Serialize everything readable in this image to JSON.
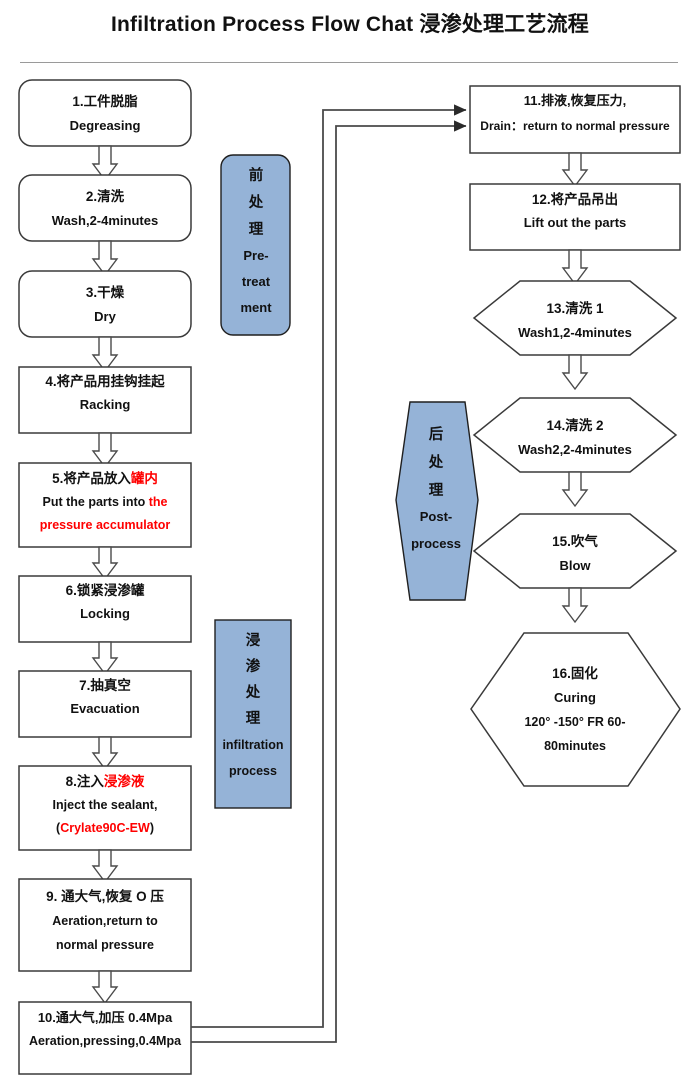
{
  "title": "Infiltration Process Flow Chat 浸渗处理工艺流程",
  "colors": {
    "accent_blue": "#95B3D7",
    "highlight_red": "#FF0000",
    "outline": "#3A3A3A",
    "background": "#FFFFFF"
  },
  "phases": [
    {
      "id": "pre-treatment",
      "cn": [
        "前",
        "处",
        "理"
      ],
      "en": [
        "Pre-",
        "treat",
        "ment"
      ],
      "shape": "rounded-rect"
    },
    {
      "id": "infiltration-process",
      "cn": [
        "浸",
        "渗",
        "处",
        "理"
      ],
      "en": [
        "infiltration",
        "process"
      ],
      "shape": "rect"
    },
    {
      "id": "post-process",
      "cn": [
        "后",
        "处",
        "理"
      ],
      "en": [
        "Post-",
        "process"
      ],
      "shape": "hexagon-vertical"
    }
  ],
  "steps": [
    {
      "n": "1",
      "shape": "rounded-rect",
      "lines": [
        {
          "t": "1.工件脱脂"
        },
        {
          "t": "Degreasing"
        }
      ]
    },
    {
      "n": "2",
      "shape": "rounded-rect",
      "lines": [
        {
          "t": "2.清洗"
        },
        {
          "t": "Wash,2-4minutes"
        }
      ]
    },
    {
      "n": "3",
      "shape": "rounded-rect",
      "lines": [
        {
          "t": "3.干燥"
        },
        {
          "t": "Dry"
        }
      ]
    },
    {
      "n": "4",
      "shape": "rect",
      "lines": [
        {
          "t": "4.将产品用挂钩挂起"
        },
        {
          "t": "Racking"
        }
      ]
    },
    {
      "n": "5",
      "shape": "rect",
      "lines": [
        {
          "t": "5.将产品放入"
        },
        {
          "t": "罐内",
          "red": true
        },
        {
          "t": "Put the parts into "
        },
        {
          "t": "the",
          "red": true
        },
        {
          "t": "pressure accumulator",
          "red": true
        }
      ]
    },
    {
      "n": "6",
      "shape": "rect",
      "lines": [
        {
          "t": "6.锁紧浸渗罐"
        },
        {
          "t": "Locking"
        }
      ]
    },
    {
      "n": "7",
      "shape": "rect",
      "lines": [
        {
          "t": "7.抽真空"
        },
        {
          "t": "Evacuation"
        }
      ]
    },
    {
      "n": "8",
      "shape": "rect",
      "lines": [
        {
          "t": "8.注入"
        },
        {
          "t": "浸渗液",
          "red": true
        },
        {
          "t": "Inject the sealant,"
        },
        {
          "t": "("
        },
        {
          "t": "Crylate90C-EW",
          "red": true
        },
        {
          "t": ")"
        }
      ]
    },
    {
      "n": "9",
      "shape": "rect",
      "lines": [
        {
          "t": "9. 通大气,恢复 O 压"
        },
        {
          "t": "Aeration,return to"
        },
        {
          "t": "normal pressure"
        }
      ]
    },
    {
      "n": "10",
      "shape": "rect",
      "lines": [
        {
          "t": "10.通大气,加压 0.4Mpa"
        },
        {
          "t": "Aeration,pressing,0.4Mpa"
        }
      ]
    },
    {
      "n": "11",
      "shape": "rect",
      "lines": [
        {
          "t": "11.排液,恢复压力,"
        },
        {
          "t": "Drain：return to normal pressure"
        }
      ]
    },
    {
      "n": "12",
      "shape": "rect",
      "lines": [
        {
          "t": "12.将产品吊出"
        },
        {
          "t": "Lift out the parts"
        }
      ]
    },
    {
      "n": "13",
      "shape": "hexagon",
      "lines": [
        {
          "t": "13.清洗 1"
        },
        {
          "t": "Wash1,2-4minutes"
        }
      ]
    },
    {
      "n": "14",
      "shape": "hexagon",
      "lines": [
        {
          "t": "14.清洗 2"
        },
        {
          "t": "Wash2,2-4minutes"
        }
      ]
    },
    {
      "n": "15",
      "shape": "hexagon",
      "lines": [
        {
          "t": "15.吹气"
        },
        {
          "t": "Blow"
        }
      ]
    },
    {
      "n": "16",
      "shape": "hexagon",
      "lines": [
        {
          "t": "16.固化"
        },
        {
          "t": "Curing"
        },
        {
          "t": "120°  -150°  FR 60-"
        },
        {
          "t": "80minutes"
        }
      ]
    }
  ],
  "text": {
    "s1_l1": "1.工件脱脂",
    "s1_l2": "Degreasing",
    "s2_l1": "2.清洗",
    "s2_l2": "Wash,2-4minutes",
    "s3_l1": "3.干燥",
    "s3_l2": "Dry",
    "s4_l1": "4.将产品用挂钩挂起",
    "s4_l2": "Racking",
    "s5_l1a": "5.将产品放入",
    "s5_l1b": "罐内",
    "s5_l2a": "Put the parts into ",
    "s5_l2b": "the",
    "s5_l3": "pressure accumulator",
    "s6_l1": "6.锁紧浸渗罐",
    "s6_l2": "Locking",
    "s7_l1": "7.抽真空",
    "s7_l2": "Evacuation",
    "s8_l1a": "8.注入",
    "s8_l1b": "浸渗液",
    "s8_l2": "Inject the sealant,",
    "s8_l3a": "(",
    "s8_l3b": "Crylate90C-EW",
    "s8_l3c": ")",
    "s9_l1": "9. 通大气,恢复 O 压",
    "s9_l2": "Aeration,return to",
    "s9_l3": "normal pressure",
    "s10_l1": "10.通大气,加压 0.4Mpa",
    "s10_l2": "Aeration,pressing,0.4Mpa",
    "s11_l1": "11.排液,恢复压力,",
    "s11_l2": "Drain：return to normal pressure",
    "s12_l1": "12.将产品吊出",
    "s12_l2": "Lift out the parts",
    "s13_l1": "13.清洗 1",
    "s13_l2": "Wash1,2-4minutes",
    "s14_l1": "14.清洗 2",
    "s14_l2": "Wash2,2-4minutes",
    "s15_l1": "15.吹气",
    "s15_l2": "Blow",
    "s16_l1": "16.固化",
    "s16_l2": "Curing",
    "s16_l3": "120°  -150°  FR 60-",
    "s16_l4": "80minutes",
    "p1_c1": "前",
    "p1_c2": "处",
    "p1_c3": "理",
    "p1_e1": "Pre-",
    "p1_e2": "treat",
    "p1_e3": "ment",
    "p2_c1": "浸",
    "p2_c2": "渗",
    "p2_c3": "处",
    "p2_c4": "理",
    "p2_e1": "infiltration",
    "p2_e2": "process",
    "p3_c1": "后",
    "p3_c2": "处",
    "p3_c3": "理",
    "p3_e1": "Post-",
    "p3_e2": "process"
  }
}
